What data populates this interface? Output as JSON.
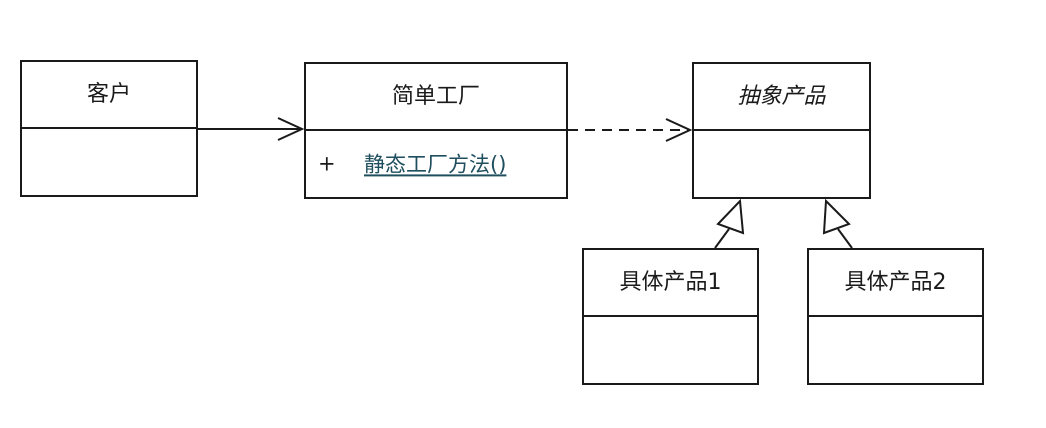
{
  "diagram": {
    "classes": {
      "client": {
        "name": "客户"
      },
      "simple_factory": {
        "name": "简单工厂",
        "methods": [
          {
            "visibility": "+",
            "name": "静态工厂方法()"
          }
        ]
      },
      "abstract_product": {
        "name": "抽象产品"
      },
      "concrete_product_1": {
        "name": "具体产品1"
      },
      "concrete_product_2": {
        "name": "具体产品2"
      }
    },
    "relations": [
      {
        "from": "客户",
        "to": "简单工厂",
        "type": "association"
      },
      {
        "from": "简单工厂",
        "to": "抽象产品",
        "type": "dependency"
      },
      {
        "from": "具体产品1",
        "to": "抽象产品",
        "type": "generalization"
      },
      {
        "from": "具体产品2",
        "to": "抽象产品",
        "type": "generalization"
      }
    ],
    "colors": {
      "line": "#1a1a1a",
      "method_text": "#1f4e5f",
      "background": "#ffffff"
    }
  }
}
